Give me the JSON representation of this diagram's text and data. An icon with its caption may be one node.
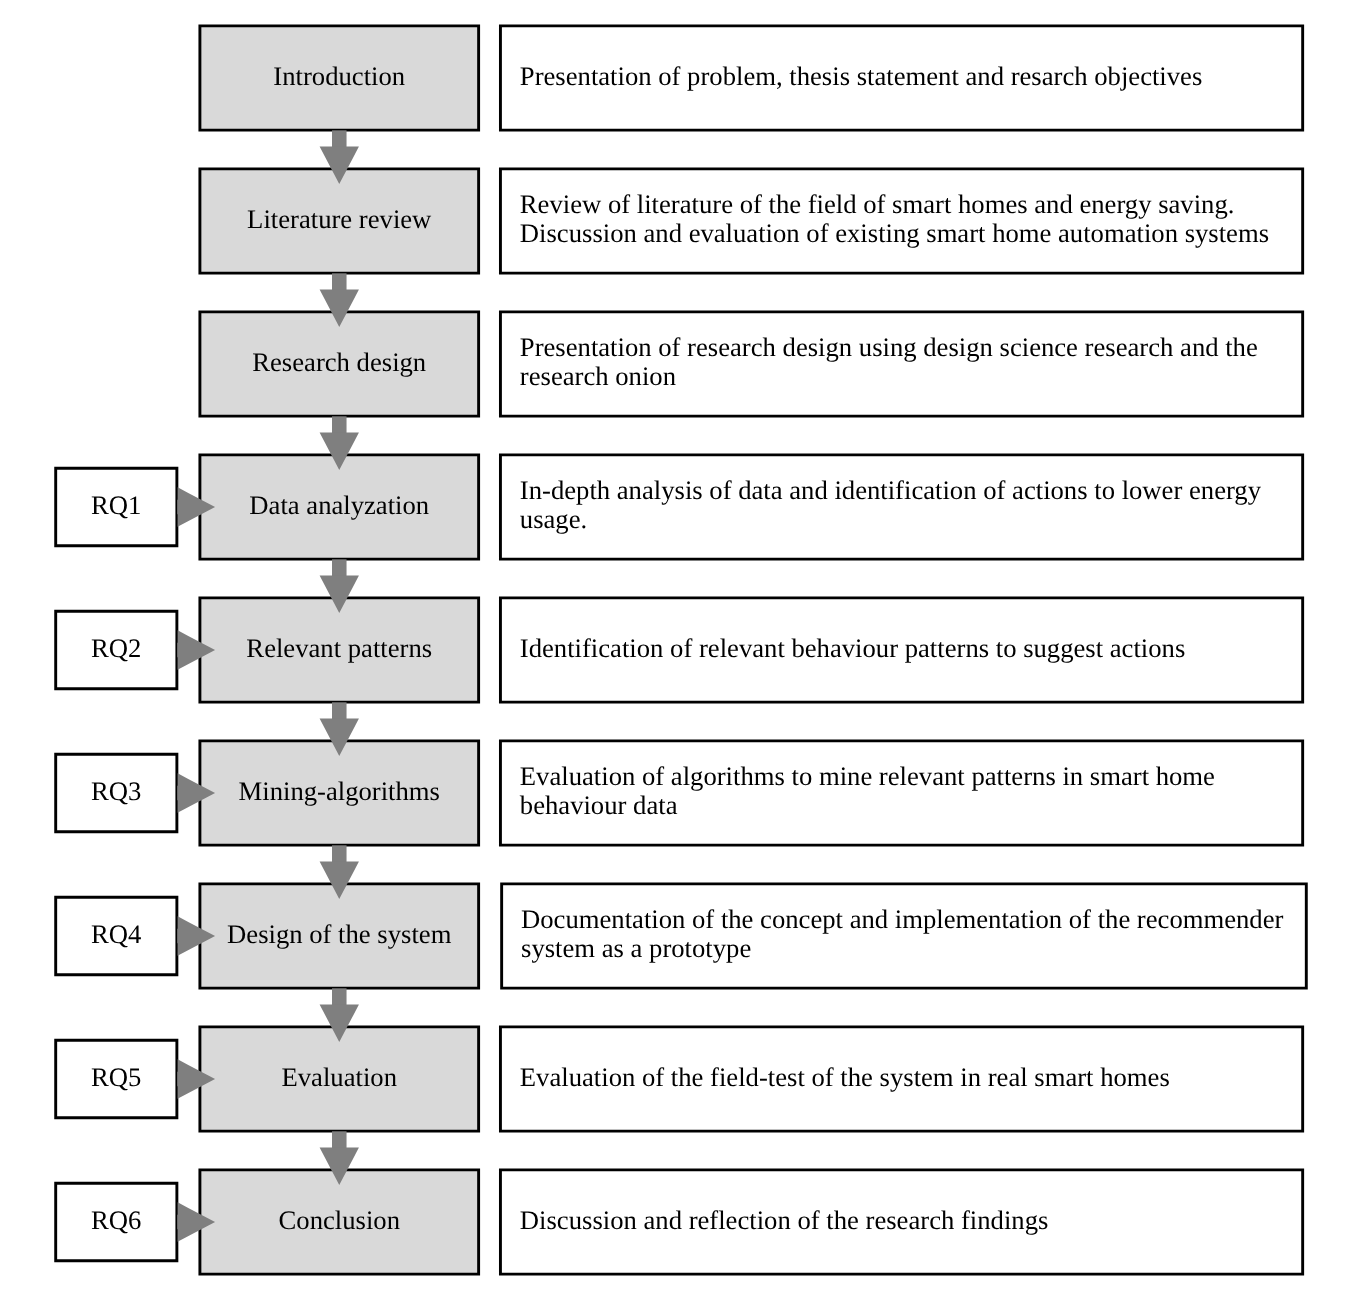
{
  "diagram": {
    "nodes": [
      {
        "text": [
          "Introduction"
        ]
      },
      {
        "text": [
          "Presentation of problem, thesis statement and resarch objectives"
        ]
      },
      {
        "text": [
          "Literature review"
        ]
      },
      {
        "text": [
          "Review of literature of the field of smart homes and energy saving. Discussion and evaluation of existing smart home automation systems"
        ]
      },
      {
        "text": [
          "Research design"
        ]
      },
      {
        "text": [
          "Presentation of research design using design science research and the research onion"
        ]
      },
      {
        "text": [
          "RQ1"
        ]
      },
      {
        "text": [
          "Data analyzation"
        ]
      },
      {
        "text": [
          "In-depth analysis of data and identification of actions to lower energy usage."
        ]
      },
      {
        "text": [
          "RQ2"
        ]
      },
      {
        "text": [
          "Relevant patterns"
        ]
      },
      {
        "text": [
          "Identification of relevant behaviour patterns to suggest actions"
        ]
      },
      {
        "text": [
          "RQ3"
        ]
      },
      {
        "text": [
          "Mining-algorithms"
        ]
      },
      {
        "text": [
          "Evaluation of algorithms to mine relevant patterns in smart home behaviour data"
        ]
      },
      {
        "text": [
          "RQ4"
        ]
      },
      {
        "text": [
          "Design of the system"
        ]
      },
      {
        "text": [
          "Documentation of the concept and implementation of the recommender system as a prototype"
        ]
      },
      {
        "text": [
          "RQ5"
        ]
      },
      {
        "text": [
          "Evaluation"
        ]
      },
      {
        "text": [
          "Evaluation of the field-test of the system in real smart homes"
        ]
      },
      {
        "text": [
          "RQ6"
        ]
      },
      {
        "text": [
          "Conclusion"
        ]
      },
      {
        "text": [
          "Discussion and reflection of the research findings"
        ]
      }
    ],
    "edges": [
      {
        "from": 0,
        "to": 2,
        "arrow": "to"
      },
      {
        "from": 2,
        "to": 4,
        "arrow": "to"
      },
      {
        "from": 4,
        "to": 7,
        "arrow": "to"
      },
      {
        "from": 7,
        "to": 10,
        "arrow": "to"
      },
      {
        "from": 10,
        "to": 13,
        "arrow": "to"
      },
      {
        "from": 13,
        "to": 16,
        "arrow": "to"
      },
      {
        "from": 16,
        "to": 19,
        "arrow": "to"
      },
      {
        "from": 19,
        "to": 22,
        "arrow": "to"
      },
      {
        "from": 6,
        "to": 7,
        "arrow": "to"
      },
      {
        "from": 9,
        "to": 10,
        "arrow": "to"
      },
      {
        "from": 12,
        "to": 13,
        "arrow": "to"
      },
      {
        "from": 15,
        "to": 16,
        "arrow": "to"
      },
      {
        "from": 18,
        "to": 19,
        "arrow": "to"
      },
      {
        "from": 21,
        "to": 22,
        "arrow": "to"
      }
    ]
  }
}
